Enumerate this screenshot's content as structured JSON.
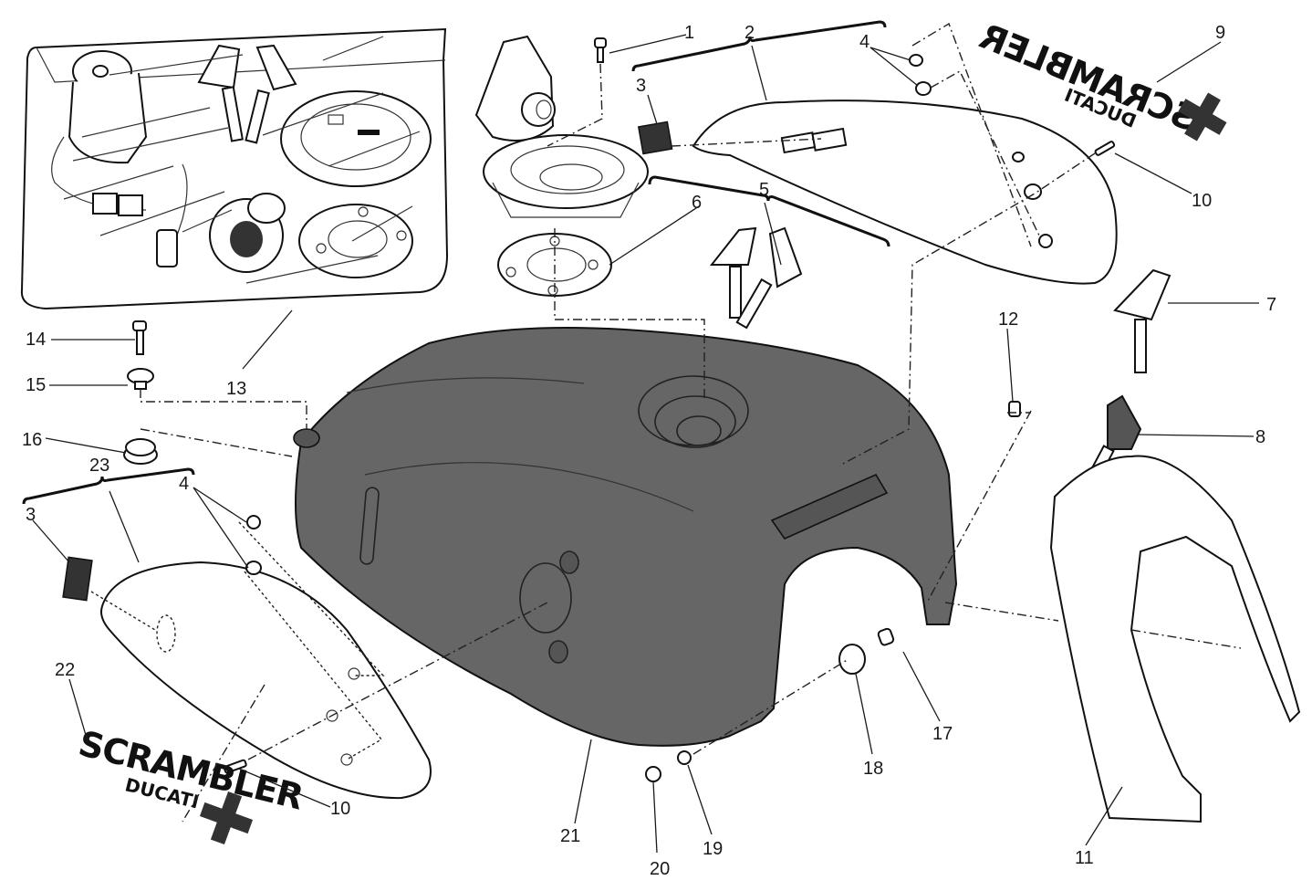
{
  "diagram": {
    "title": "Fuel tank exploded parts diagram",
    "colors": {
      "tank_fill": "#666666",
      "line": "#111111",
      "background": "#ffffff",
      "logo_cross": "#333333"
    },
    "callouts": [
      {
        "id": "1",
        "label": "1",
        "part": "screw"
      },
      {
        "id": "2",
        "label": "2",
        "part": "right tank side panel kit"
      },
      {
        "id": "3a",
        "label": "3",
        "part": "adhesive pad"
      },
      {
        "id": "3b",
        "label": "3",
        "part": "adhesive pad"
      },
      {
        "id": "4a",
        "label": "4",
        "part": "grommets"
      },
      {
        "id": "4b",
        "label": "4",
        "part": "grommets"
      },
      {
        "id": "5",
        "label": "5",
        "part": "key pair"
      },
      {
        "id": "6",
        "label": "6",
        "part": "filler cap flange"
      },
      {
        "id": "7",
        "label": "7",
        "part": "key"
      },
      {
        "id": "8",
        "label": "8",
        "part": "key blank"
      },
      {
        "id": "9",
        "label": "9",
        "part": "right decal"
      },
      {
        "id": "10a",
        "label": "10",
        "part": "screw"
      },
      {
        "id": "10b",
        "label": "10",
        "part": "screw"
      },
      {
        "id": "11",
        "label": "11",
        "part": "tank rear cover"
      },
      {
        "id": "12",
        "label": "12",
        "part": "spacer"
      },
      {
        "id": "13",
        "label": "13",
        "part": "lock set"
      },
      {
        "id": "14",
        "label": "14",
        "part": "bolt"
      },
      {
        "id": "15",
        "label": "15",
        "part": "washer bushing"
      },
      {
        "id": "16",
        "label": "16",
        "part": "rubber grommet"
      },
      {
        "id": "17",
        "label": "17",
        "part": "bushing"
      },
      {
        "id": "18",
        "label": "18",
        "part": "rubber mount"
      },
      {
        "id": "19",
        "label": "19",
        "part": "washer"
      },
      {
        "id": "20",
        "label": "20",
        "part": "screw"
      },
      {
        "id": "21",
        "label": "21",
        "part": "fuel tank"
      },
      {
        "id": "22",
        "label": "22",
        "part": "left decal"
      },
      {
        "id": "23",
        "label": "23",
        "part": "left tank side panel kit"
      }
    ],
    "logos": [
      {
        "id": "right",
        "text": "SCRAMBLER",
        "sub": "DUCATI",
        "mirrored": true
      },
      {
        "id": "left",
        "text": "SCRAMBLER",
        "sub": "DUCATI",
        "mirrored": false
      }
    ]
  }
}
